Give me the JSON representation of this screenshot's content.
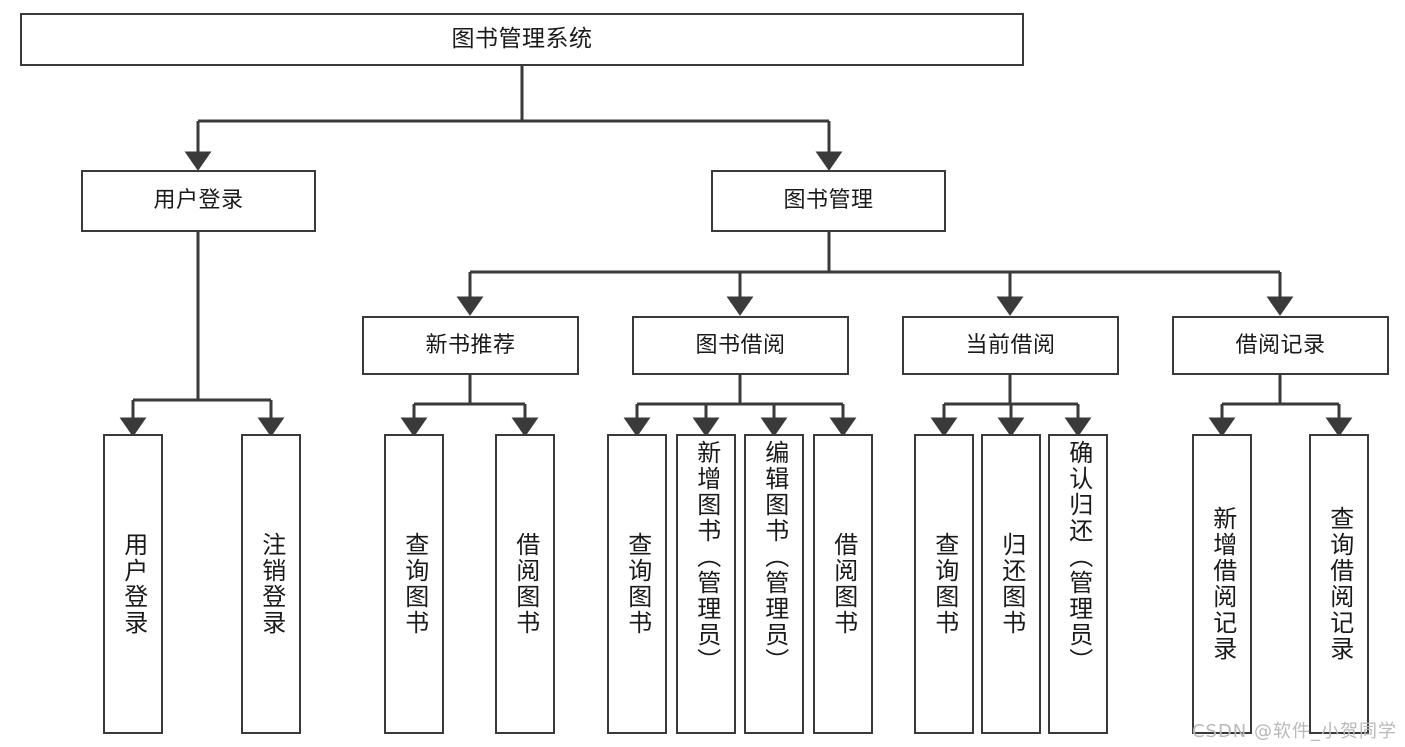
{
  "diagram": {
    "type": "tree",
    "orientation": "top-down",
    "title": "图书管理系统",
    "background_color": "#ffffff",
    "line_color": "#3a3a3a",
    "box_border_color": "#3a3a3a",
    "text_color": "#1a1a1a",
    "root": {
      "id": "root",
      "label": "图书管理系统"
    },
    "level2": [
      {
        "id": "user-login",
        "label": "用户登录"
      },
      {
        "id": "book-manage",
        "label": "图书管理"
      }
    ],
    "level3": [
      {
        "id": "new-book-rec",
        "label": "新书推荐",
        "parent": "book-manage"
      },
      {
        "id": "book-borrow",
        "label": "图书借阅",
        "parent": "book-manage"
      },
      {
        "id": "current-borrow",
        "label": "当前借阅",
        "parent": "book-manage"
      },
      {
        "id": "borrow-record",
        "label": "借阅记录",
        "parent": "book-manage"
      }
    ],
    "leaves": {
      "user-login": [
        {
          "id": "leaf-user-login",
          "label": "用户登录"
        },
        {
          "id": "leaf-user-logout",
          "label": "注销登录"
        }
      ],
      "new-book-rec": [
        {
          "id": "leaf-query-book-1",
          "label": "查询图书"
        },
        {
          "id": "leaf-borrow-book-1",
          "label": "借阅图书"
        }
      ],
      "book-borrow": [
        {
          "id": "leaf-query-book-2",
          "label": "查询图书"
        },
        {
          "id": "leaf-add-book",
          "label": "新增图书（管理员）"
        },
        {
          "id": "leaf-edit-book",
          "label": "编辑图书（管理员）"
        },
        {
          "id": "leaf-borrow-book-2",
          "label": "借阅图书"
        }
      ],
      "current-borrow": [
        {
          "id": "leaf-query-book-3",
          "label": "查询图书"
        },
        {
          "id": "leaf-return-book",
          "label": "归还图书"
        },
        {
          "id": "leaf-confirm-return",
          "label": "确认归还（管理员）"
        }
      ],
      "borrow-record": [
        {
          "id": "leaf-add-record",
          "label": "新增借阅记录"
        },
        {
          "id": "leaf-query-record",
          "label": "查询借阅记录"
        }
      ]
    }
  },
  "watermark": {
    "text": "CSDN @软件_小贺同学"
  }
}
